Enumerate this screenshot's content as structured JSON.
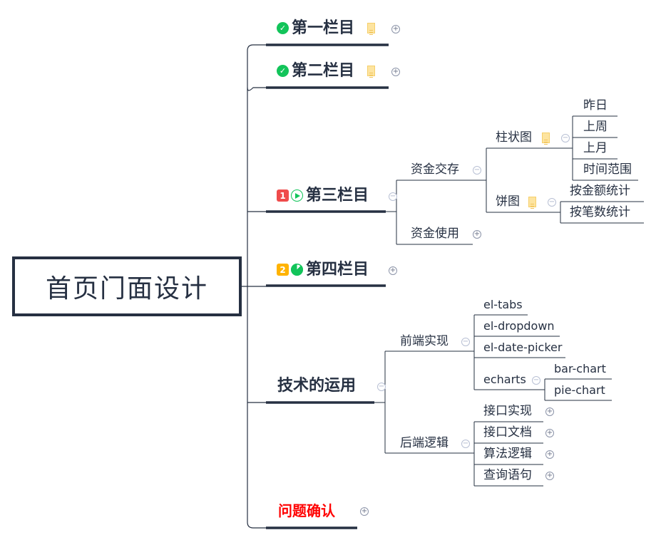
{
  "root": {
    "title": "首页门面设计"
  },
  "branches": [
    {
      "label": "第一栏目",
      "marker": "task-done-icon",
      "has_note": true,
      "collapsed": true
    },
    {
      "label": "第二栏目",
      "marker": "task-done-icon",
      "has_note": true,
      "collapsed": true
    },
    {
      "label": "第三栏目",
      "priority": "1",
      "marker": "task-start-icon",
      "collapsed": false,
      "children": [
        {
          "label": "资金交存",
          "children": [
            {
              "label": "柱状图",
              "has_note": true,
              "children": [
                {
                  "label": "昨日"
                },
                {
                  "label": "上周"
                },
                {
                  "label": "上月"
                },
                {
                  "label": "时间范围"
                }
              ]
            },
            {
              "label": "饼图",
              "has_note": true,
              "children": [
                {
                  "label": "按金额统计"
                },
                {
                  "label": "按笔数统计"
                }
              ]
            }
          ]
        },
        {
          "label": "资金使用",
          "collapsed": true
        }
      ]
    },
    {
      "label": "第四栏目",
      "priority": "2",
      "marker": "task-progress-icon",
      "collapsed": true
    },
    {
      "label": "技术的运用",
      "collapsed": false,
      "children": [
        {
          "label": "前端实现",
          "children": [
            {
              "label": "el-tabs"
            },
            {
              "label": "el-dropdown"
            },
            {
              "label": "el-date-picker"
            },
            {
              "label": "echarts",
              "children": [
                {
                  "label": "bar-chart"
                },
                {
                  "label": "pie-chart"
                }
              ]
            }
          ]
        },
        {
          "label": "后端逻辑",
          "children": [
            {
              "label": "接口实现"
            },
            {
              "label": "接口文档"
            },
            {
              "label": "算法逻辑"
            },
            {
              "label": "查询语句"
            }
          ]
        }
      ]
    },
    {
      "label": "问题确认",
      "collapsed": true
    }
  ],
  "colors": {
    "line": "#263042",
    "done": "#12c45a",
    "priority1": "#ef4b4b",
    "priority2": "#ffb300",
    "issue": "#ff0000"
  },
  "toggle": {
    "expand": "+",
    "collapse": "−"
  },
  "checkmark": "✓"
}
